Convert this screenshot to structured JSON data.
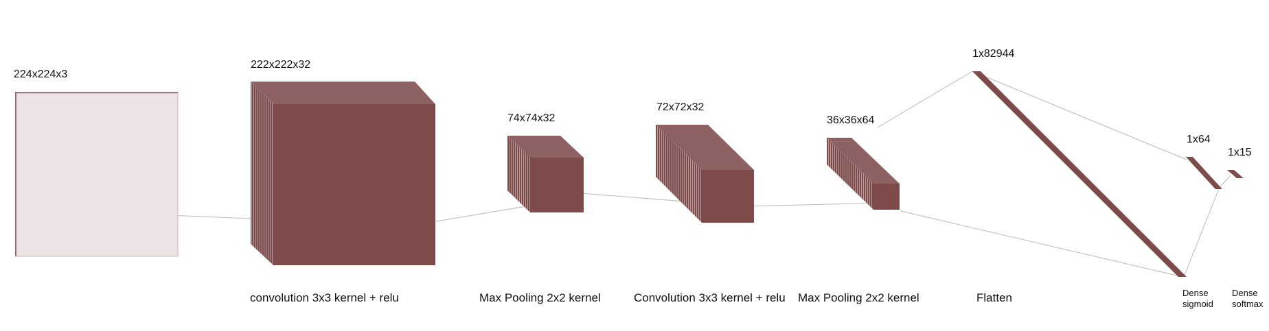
{
  "colors": {
    "block_fill": "#7e4b4b",
    "block_edge": "#5e3434",
    "input_fill": "#ede3e4",
    "connector": "#b5b5b5"
  },
  "layers": [
    {
      "shape": "224x224x3"
    },
    {
      "shape": "222x222x32"
    },
    {
      "shape": "74x74x32"
    },
    {
      "shape": "72x72x32"
    },
    {
      "shape": "36x36x64"
    },
    {
      "shape": "1x82944"
    },
    {
      "shape": "1x64"
    },
    {
      "shape": "1x15"
    }
  ],
  "operations": [
    {
      "label": "convolution 3x3 kernel + relu"
    },
    {
      "label": "Max Pooling 2x2 kernel"
    },
    {
      "label": "Convolution 3x3 kernel + relu"
    },
    {
      "label": "Max Pooling 2x2 kernel"
    },
    {
      "label": "Flatten"
    },
    {
      "label_line1": "Dense",
      "label_line2": "sigmoid"
    },
    {
      "label_line1": "Dense",
      "label_line2": "softmax"
    }
  ]
}
